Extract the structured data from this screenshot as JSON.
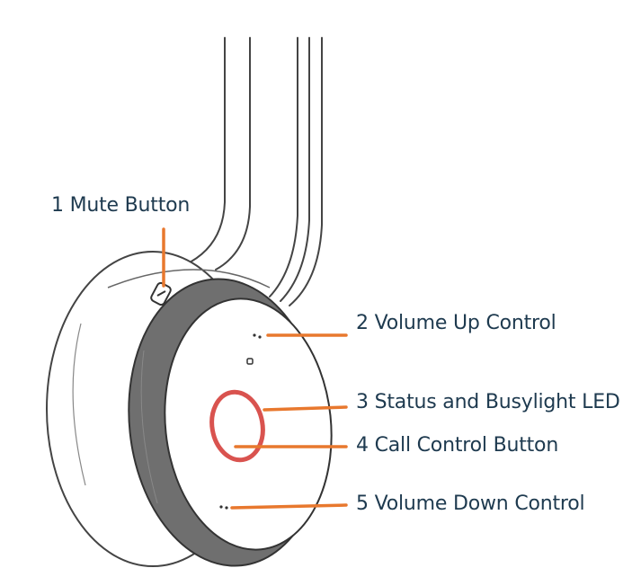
{
  "callouts": [
    {
      "id": "mute",
      "label": "1 Mute Button"
    },
    {
      "id": "volume_up",
      "label": "2 Volume Up Control"
    },
    {
      "id": "status_led",
      "label": "3 Status and Busylight LED"
    },
    {
      "id": "call_control",
      "label": "4 Call Control Button"
    },
    {
      "id": "volume_down",
      "label": "5 Volume Down Control"
    }
  ],
  "colors": {
    "callout_line": "#e8782e",
    "label_text": "#1e3a4f",
    "led_ring": "#d9534f",
    "drawing_stroke": "#444444",
    "padding_band": "#6f6f6f"
  }
}
